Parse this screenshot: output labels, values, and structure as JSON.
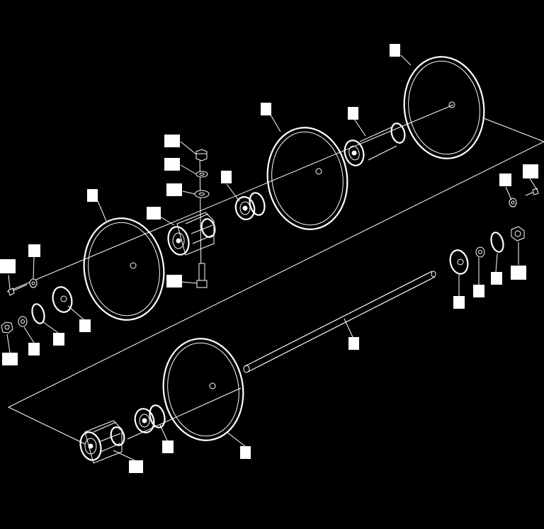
{
  "theme": {
    "background": "#000000",
    "line": "#ffffff",
    "tag": "#ffffff"
  },
  "diagram": {
    "kind": "exploded-view",
    "part_tags": [
      "wheel-top-right",
      "wheel-upper-mid",
      "spacer-hub-upper",
      "hex-nut-top",
      "lock-washer-top",
      "flat-washer-top",
      "bearing-upper",
      "wheel-upper-left",
      "bearing-housing-upper",
      "bolt-left",
      "washer-left",
      "bolt-vertical",
      "hex-nut-left",
      "washer-left-lower",
      "collar-left-front",
      "collar-left-back",
      "axle-shaft",
      "wheel-lower",
      "bearing-lower",
      "bearing-housing-lower",
      "bolt-right",
      "washer-right",
      "hex-nut-right",
      "collar-right-front",
      "washer-right-lower",
      "collar-right-back"
    ]
  }
}
